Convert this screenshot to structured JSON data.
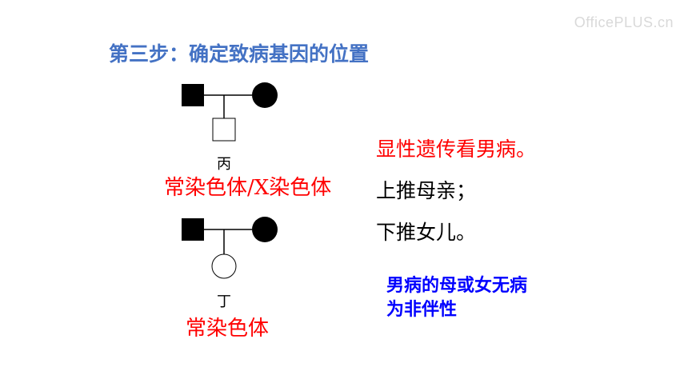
{
  "watermark": "OfficePLUS.cn",
  "title": "第三步：确定致病基因的位置",
  "pedigrees": [
    {
      "label": "丙",
      "child": "normal-male",
      "father": "affected-male",
      "mother": "affected-female"
    },
    {
      "label": "丁",
      "child": "normal-female",
      "father": "affected-male",
      "mother": "affected-female"
    }
  ],
  "inheritance_labels": [
    "常染色体/X染色体",
    "常染色体"
  ],
  "rules": {
    "line1": "显性遗传看男病。",
    "line2": "上推母亲；",
    "line3": "下推女儿。"
  },
  "note": {
    "line1": "男病的母或女无病",
    "line2": "为非伴性"
  },
  "colors": {
    "title": "#4472c4",
    "emphasis": "#ff0000",
    "note": "#0000ff"
  }
}
